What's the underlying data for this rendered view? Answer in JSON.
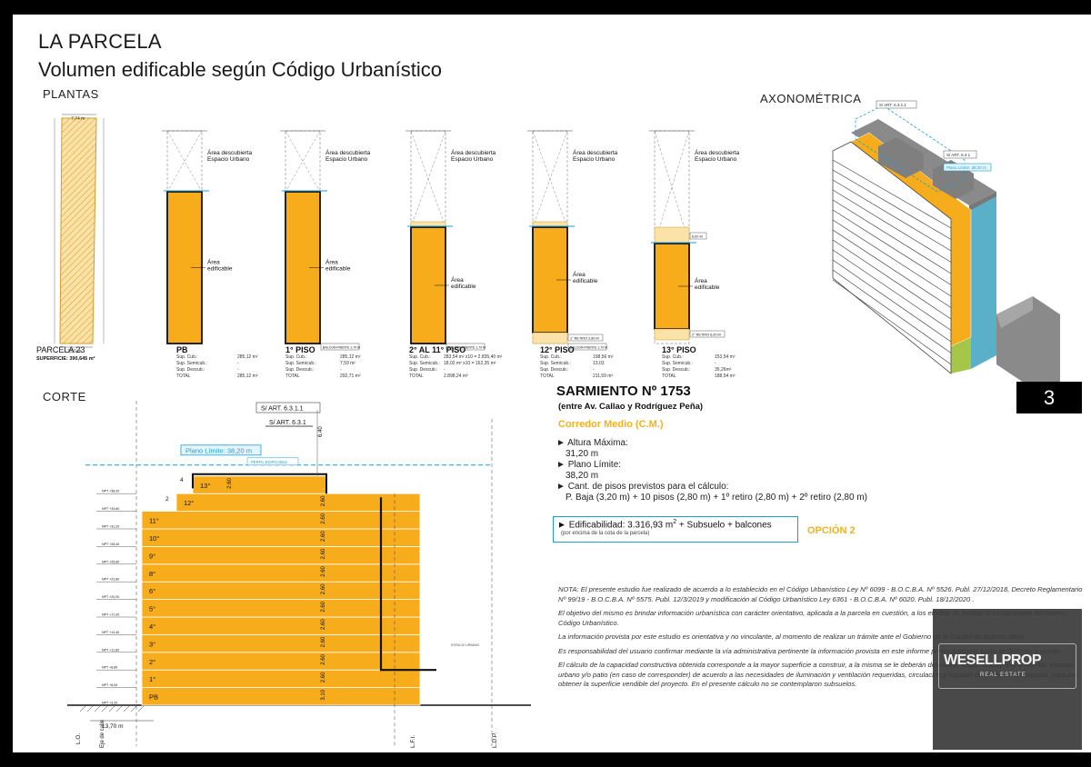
{
  "header": {
    "title": "LA PARCELA",
    "subtitle": "Volumen edificable según Código Urbanístico"
  },
  "sections": {
    "plantas": "PLANTAS",
    "axonometrica": "AXONOMÉTRICA",
    "corte": "CORTE"
  },
  "page_number": "3",
  "plans": {
    "parcela": {
      "title": "PARCELA 23",
      "surface": "SUPERFICIE: 390,645 m²",
      "top_dim": "7,74 m",
      "bottom_dim": "7,50 m"
    },
    "area_descubierta": "Área descubierta",
    "espacio_urbano": "Espacio Urbano",
    "area": "Área",
    "edificable": "edificable",
    "balcon": "BALCON FRENTE 1,70 M",
    "retiro1": "1° RETIRO 2,80 M",
    "retiro2": "2° RETIRO 6,00 M",
    "dim_600": "6,00 M",
    "items": [
      {
        "title": "PB",
        "vals": [
          "285,12 m²",
          "-",
          "-",
          "285,12 m²"
        ]
      },
      {
        "title": "1° PISO",
        "vals": [
          "285,12 m²",
          "7,59 m²",
          "-",
          "292,71 m²"
        ]
      },
      {
        "title": "2° AL 11° PISO",
        "vals": [
          "283,54 m² x10 = 2.835,40 m²",
          "18,02 m² x10 = 162,35 m²",
          "-",
          "2.898,24 m²"
        ]
      },
      {
        "title": "12° PISO",
        "vals": [
          "198,56 m²",
          "13,03",
          "-",
          "211,59 m²"
        ]
      },
      {
        "title": "13° PISO",
        "vals": [
          "153,54 m²",
          "-",
          "35,26m²",
          "188,54 m²"
        ]
      }
    ],
    "row_labels": [
      "Sup. Cub.:",
      "Sup. Semicub.:",
      "Sup. Descub.:",
      "TOTAL"
    ]
  },
  "axo_labels": {
    "art1": "S/ ART. 6.3.1.1",
    "art2": "S/ ART. 6.3.1",
    "plano": "Plano Límite: 38,20 m"
  },
  "corte": {
    "art1": "S/ ART. 6.3.1.1",
    "art2": "S/ ART. 6.3.1",
    "dim_640": "6.40",
    "plano": "Plano Límite: 38,20 m",
    "perfil": "PERFIL EDIFICABLE",
    "floors": [
      "13°",
      "12°",
      "11°",
      "10°",
      "9°",
      "8°",
      "6°",
      "5°",
      "4°",
      "3°",
      "2°",
      "1°",
      "PB"
    ],
    "npt": [
      "NPT +38,20",
      "NPT +34,60",
      "NPT +31,20",
      "NPT +28,40",
      "NPT +25,60",
      "NPT +22,80",
      "NPT +20,00",
      "NPT +17,20",
      "NPT +14,40",
      "NPT +11,60",
      "NPT +8,80",
      "NPT +6,00",
      "NPT +3,20"
    ],
    "step4": "4",
    "step2": "2",
    "h260": "2.60",
    "h310": "3.10",
    "espacio": "ESPACIO URBANO",
    "width": "13,70 m",
    "lo": "L.O.",
    "eje": "Eje de calle",
    "lfi": "L.F.I.",
    "ldp": "L.D.P."
  },
  "address": {
    "title": "SARMIENTO Nº 1753",
    "between": "(entre Av. Callao y Rodríguez Peña)",
    "district": "Corredor Medio (C.M.)"
  },
  "info": {
    "altura_label": "Altura Máxima:",
    "altura_value": "31,20 m",
    "plano_label": "Plano Límite:",
    "plano_value": "38,20 m",
    "pisos_label": "Cant. de pisos previstos para el cálculo:",
    "pisos_value": "P. Baja (3,20 m) + 10 pisos (2,80 m) + 1º retiro (2,80 m) + 2º retiro (2,80 m)",
    "edif_label": "Edificabilidad: 3.316,93 m",
    "edif_sup": "2",
    "edif_rest": " + Subsuelo + balcones",
    "edif_note": "(por encima de la cota de la parcela)",
    "option": "OPCIÓN 2"
  },
  "notes": [
    "NOTA: El presente estudio fue realizado de acuerdo a lo establecido en el Código Urbanístico Ley Nº 6099 - B.O.C.B.A. Nº 5526. Publ. 27/12/2018, Decreto Reglamentario Nº 99/19 - B.O.C.B.A. Nº 5575. Publ. 12/3/2019 y modificación al Código Urbanístico Ley 6361 - B.O.C.B.A. Nº 6020. Publ. 18/12/2020 .",
    "El objetivo del mismo es brindar información urbanística con carácter orientativo, aplicada a la parcela en cuestión, a los efectos de facilitar la comprensión del Nuevo Código Urbanístico.",
    "La información provista por este estudio es orientativa y no vinculante, al momento de realizar un trámite ante el Gobierno de la Ciudad de Buenos Aires.",
    "Es responsabilidad del usuario confirmar mediante la vía administrativa pertinente la información provista en este informe previo a alguna toma de decisión o acción.",
    "El cálculo de la capacidad constructiva obtenida corresponde a la mayor superficie a construir, a la misma se le deberán descontar, según el proyecto a diseñar, espacio urbano y/o patio (en caso de corresponder) de acuerdo a las necesidades de iluminación y ventilación requeridas, circulación y espacio de servicios obligatorios, para así obtener la superficie vendible del proyecto. En el presente cálculo no se contemplaron subsuelos."
  ],
  "logo": {
    "main": "WESELLPROP",
    "sub": "REAL ESTATE"
  },
  "colors": {
    "orange": "#f7ac1c",
    "blue": "#1a9fd3",
    "gray": "#8a8a8a",
    "green": "#a6c64a",
    "teal": "#5ab0c8"
  }
}
